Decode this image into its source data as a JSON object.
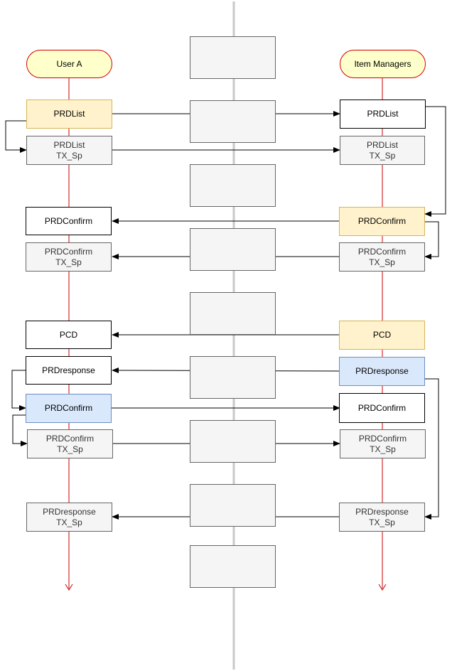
{
  "actors": {
    "left": "User A",
    "right": "Item Managers"
  },
  "messages": {
    "prdlist": "PRDList",
    "prdconfirm": "PRDConfirm",
    "pcd": "PCD",
    "prdresponse": "PRDresponse",
    "tx_suffix": "TX_Sp"
  },
  "colors": {
    "lifeline": "#cc0000",
    "center_bar": "#c8c8c8",
    "arrow": "#000000",
    "actor_fill": "#ffffcc",
    "yellow_fill": "#fff2cc",
    "blue_fill": "#dae8fc",
    "grey_fill": "#f5f5f5"
  }
}
